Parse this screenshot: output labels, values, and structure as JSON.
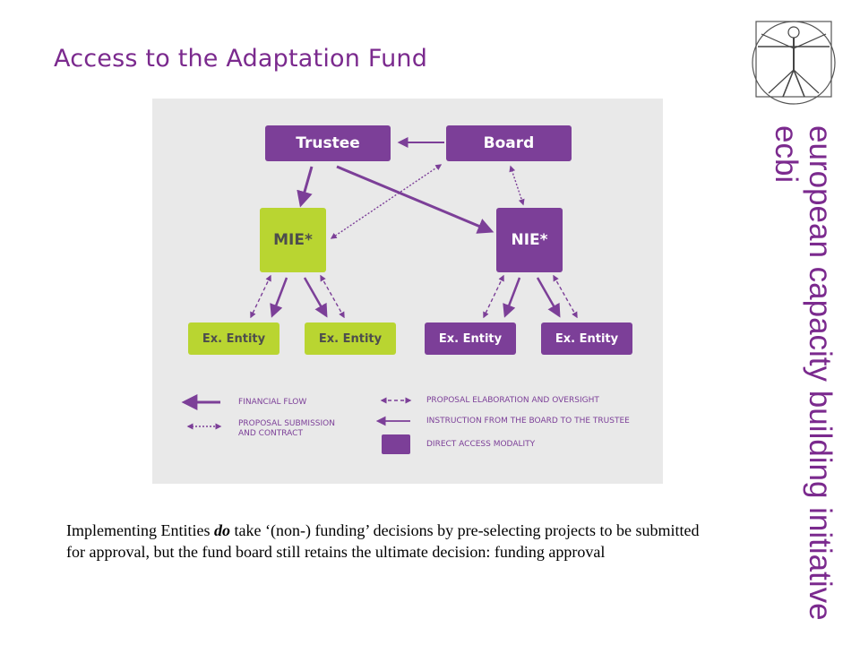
{
  "title": "Access to the Adaptation Fund",
  "org": {
    "full_name": "european capacity building initiative",
    "short_name": "ecbi"
  },
  "colors": {
    "purple": "#7c3f98",
    "green": "#b9d531",
    "title": "#7b2a8e"
  },
  "diagram": {
    "nodes": {
      "trustee": "Trustee",
      "board": "Board",
      "mie": "MIE*",
      "nie": "NIE*",
      "ex_entity_1": "Ex. Entity",
      "ex_entity_2": "Ex. Entity",
      "ex_entity_3": "Ex. Entity",
      "ex_entity_4": "Ex. Entity"
    },
    "legend": {
      "financial_flow": "FINANCIAL FLOW",
      "proposal_submission_line1": "PROPOSAL SUBMISSION",
      "proposal_submission_line2": "AND CONTRACT",
      "proposal_elaboration": "PROPOSAL ELABORATION AND OVERSIGHT",
      "instruction": "INSTRUCTION FROM THE BOARD TO THE TRUSTEE",
      "direct_access": "DIRECT ACCESS MODALITY"
    }
  },
  "caption": {
    "part1": "Implementing Entities ",
    "emphasis": "do",
    "part2": " take ‘(non-) funding’ decisions by pre-selecting projects to be submitted for approval, but the fund board still retains the ultimate decision: funding approval"
  }
}
